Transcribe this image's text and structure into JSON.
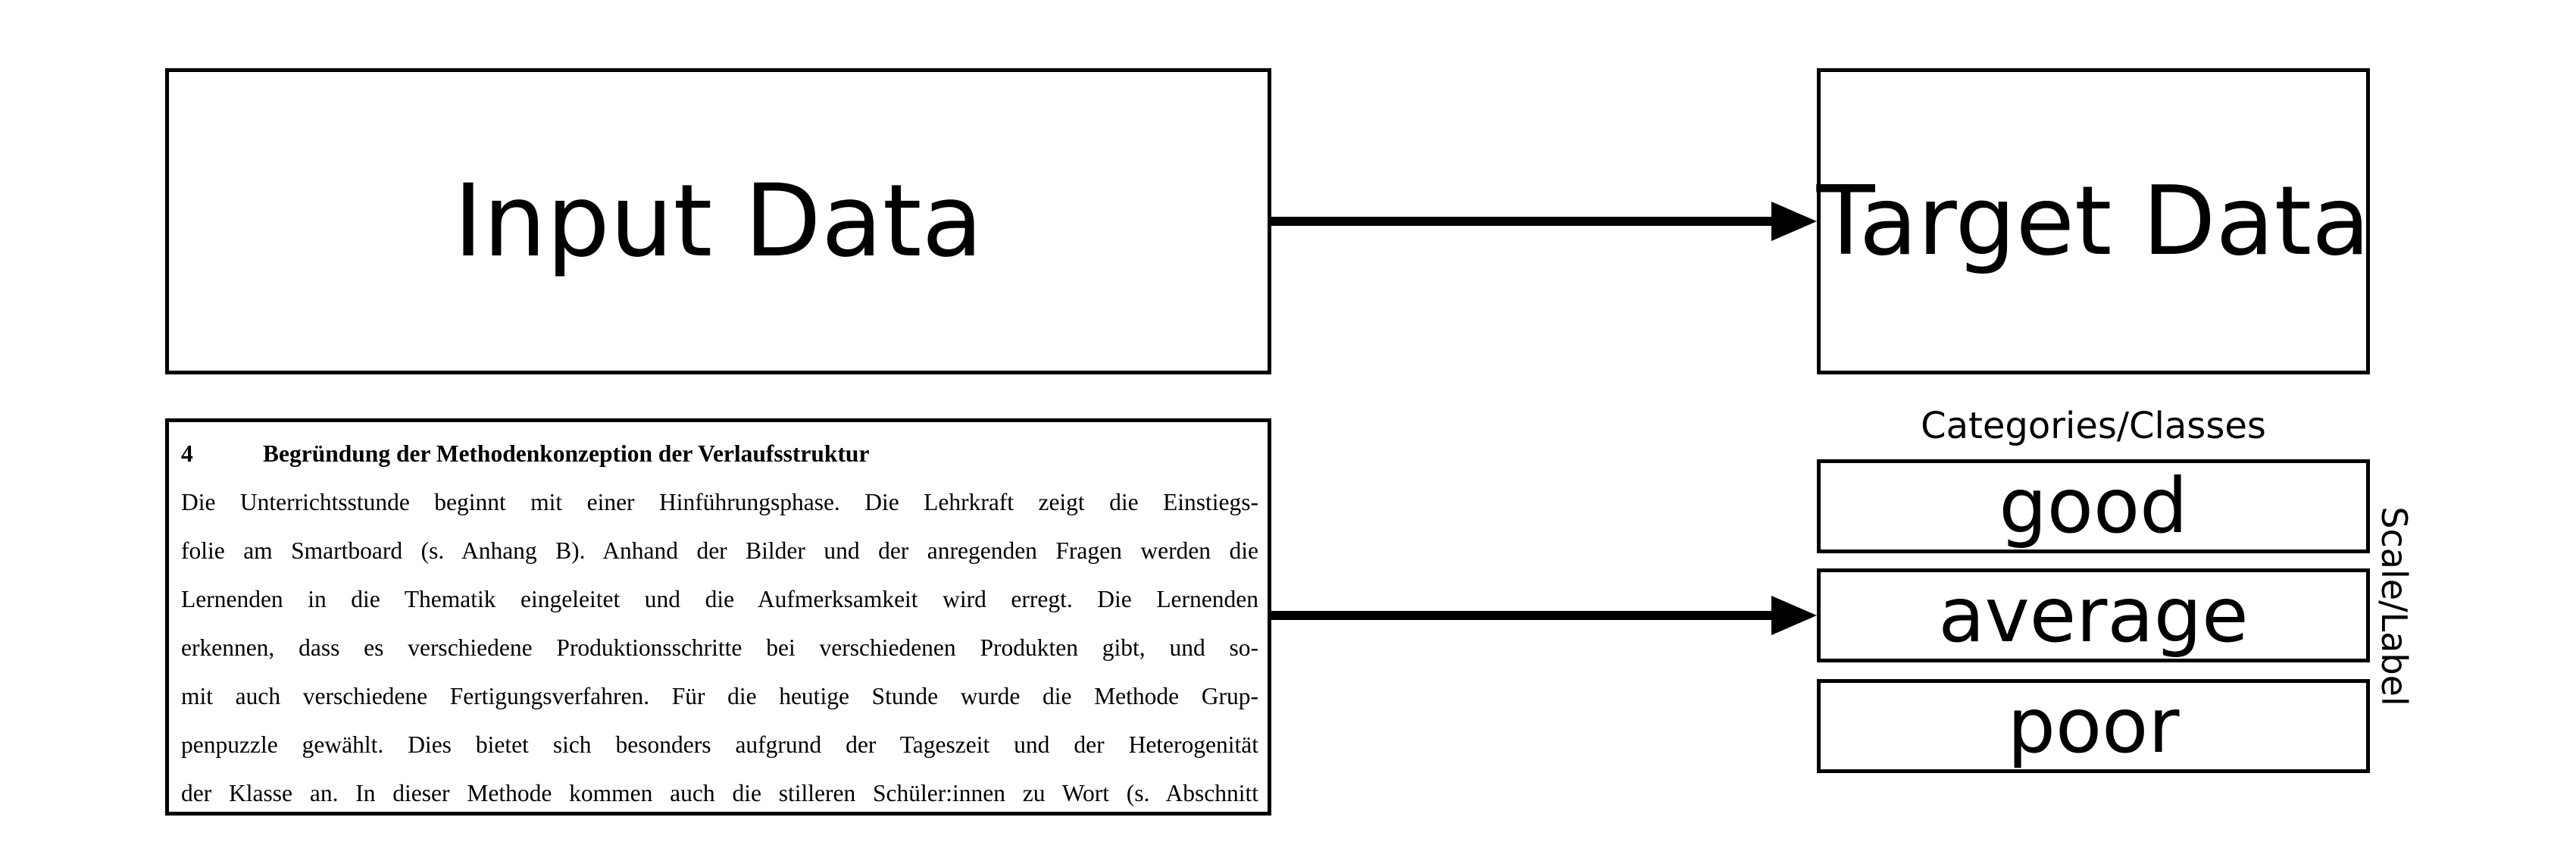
{
  "input_box": {
    "label": "Input Data"
  },
  "target_box": {
    "label": "Target Data"
  },
  "document": {
    "heading_number": "4",
    "heading_title": "Begründung der Methodenkonzeption der Verlaufsstruktur",
    "lines": [
      "Die Unterrichtsstunde beginnt mit einer Hinführungsphase. Die Lehrkraft zeigt die Einstiegs-",
      "folie am Smartboard (s. Anhang B). Anhand der Bilder und der anregenden Fragen werden die",
      "Lernenden in die Thematik eingeleitet und die Aufmerksamkeit wird erregt. Die Lernenden",
      "erkennen, dass es verschiedene Produktionsschritte bei verschiedenen Produkten gibt, und so-",
      "mit auch verschiedene Fertigungsverfahren. Für die heutige Stunde wurde die Methode Grup-",
      "penpuzzle gewählt. Dies bietet sich besonders aufgrund der Tageszeit und der Heterogenität",
      "der Klasse an. In dieser Methode kommen auch die stilleren Schüler:innen zu Wort (s. Abschnitt"
    ]
  },
  "categories": {
    "title": "Categories/Classes",
    "items": [
      "good",
      "average",
      "poor"
    ],
    "side_label": "Scale/Label"
  },
  "colors": {
    "stroke": "#000000",
    "background": "#ffffff"
  }
}
